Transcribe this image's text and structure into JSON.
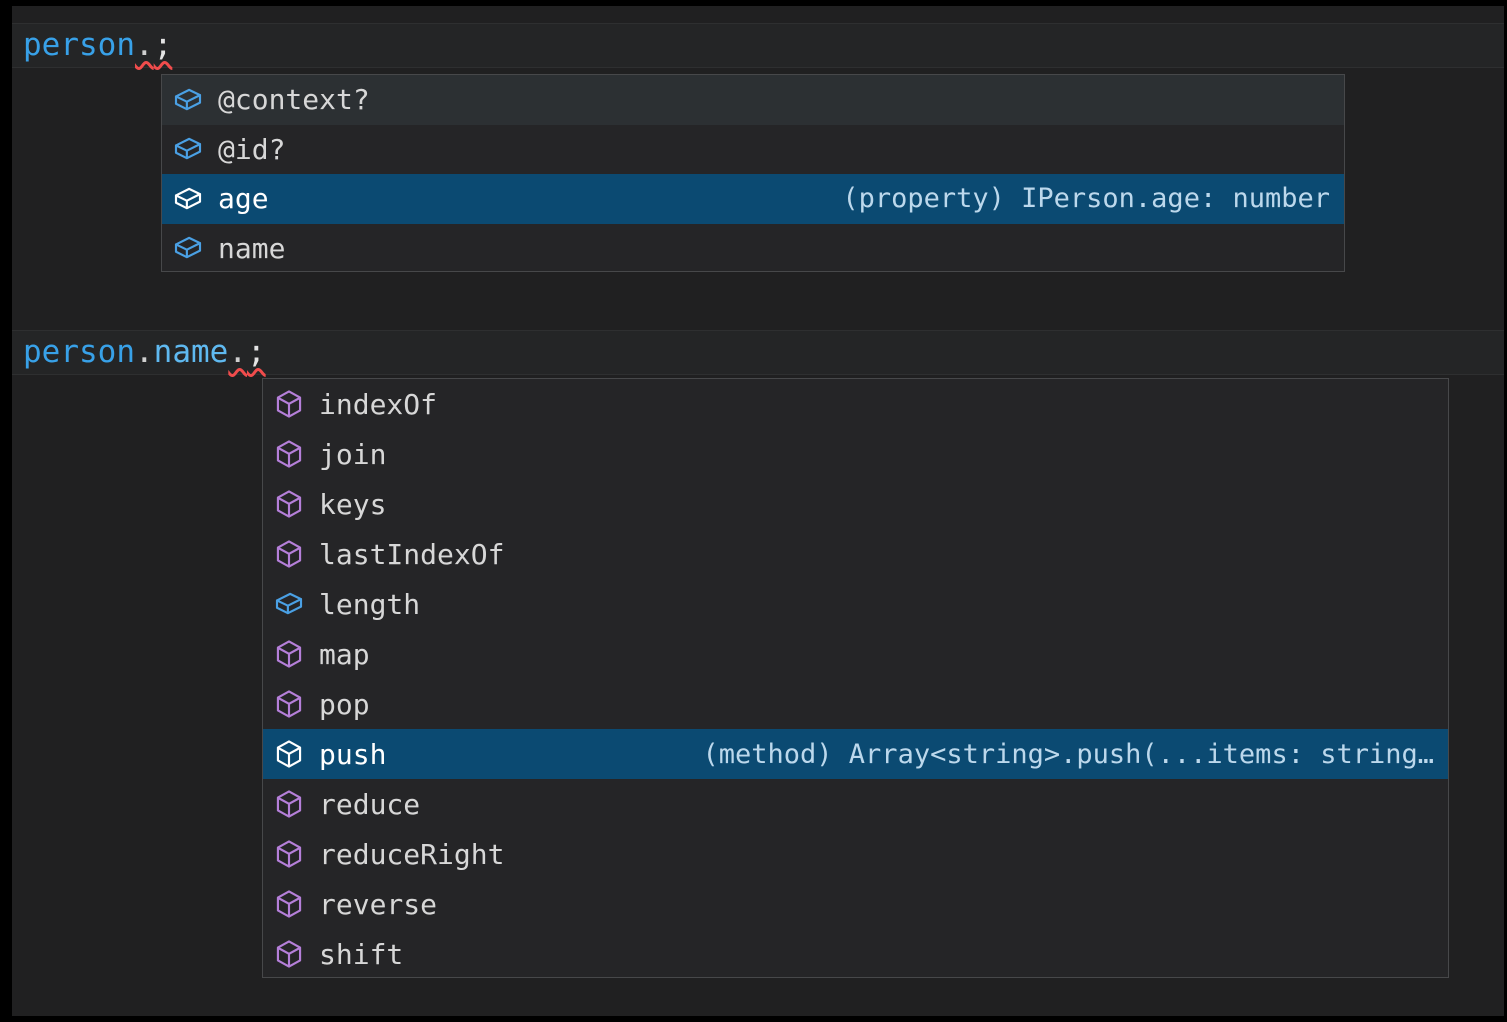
{
  "code": {
    "line1": {
      "var": "person",
      "dot": ".",
      "semi": ";"
    },
    "line2": {
      "var": "person",
      "dot1": ".",
      "prop": "name",
      "dot2": ".",
      "semi": ";"
    }
  },
  "suggest1": {
    "items": [
      {
        "label": "@context?",
        "kind": "field",
        "state": "hover"
      },
      {
        "label": "@id?",
        "kind": "field"
      },
      {
        "label": "age",
        "kind": "field",
        "state": "selected",
        "detail": "(property) IPerson.age: number"
      },
      {
        "label": "name",
        "kind": "field"
      }
    ]
  },
  "suggest2": {
    "items": [
      {
        "label": "indexOf",
        "kind": "method"
      },
      {
        "label": "join",
        "kind": "method"
      },
      {
        "label": "keys",
        "kind": "method"
      },
      {
        "label": "lastIndexOf",
        "kind": "method"
      },
      {
        "label": "length",
        "kind": "field"
      },
      {
        "label": "map",
        "kind": "method"
      },
      {
        "label": "pop",
        "kind": "method"
      },
      {
        "label": "push",
        "kind": "method",
        "state": "selected",
        "detail": "(method) Array<string>.push(...items: string…"
      },
      {
        "label": "reduce",
        "kind": "method"
      },
      {
        "label": "reduceRight",
        "kind": "method"
      },
      {
        "label": "reverse",
        "kind": "method"
      },
      {
        "label": "shift",
        "kind": "method"
      }
    ]
  },
  "icons": {
    "field": "symbol-field-icon",
    "method": "symbol-method-icon"
  },
  "colors": {
    "editor_background": "#202021",
    "widget_background": "#252527",
    "widget_border": "#47484a",
    "selection_background": "#0b4a72",
    "hover_background": "#2c3033",
    "field_icon": "#4aa0e4",
    "method_icon": "#b57fd9",
    "identifier_blue": "#38a1e8",
    "property_blue": "#5fb9f0",
    "detail_text": "#bcd8ec",
    "error_squiggle": "#f14c4c"
  }
}
